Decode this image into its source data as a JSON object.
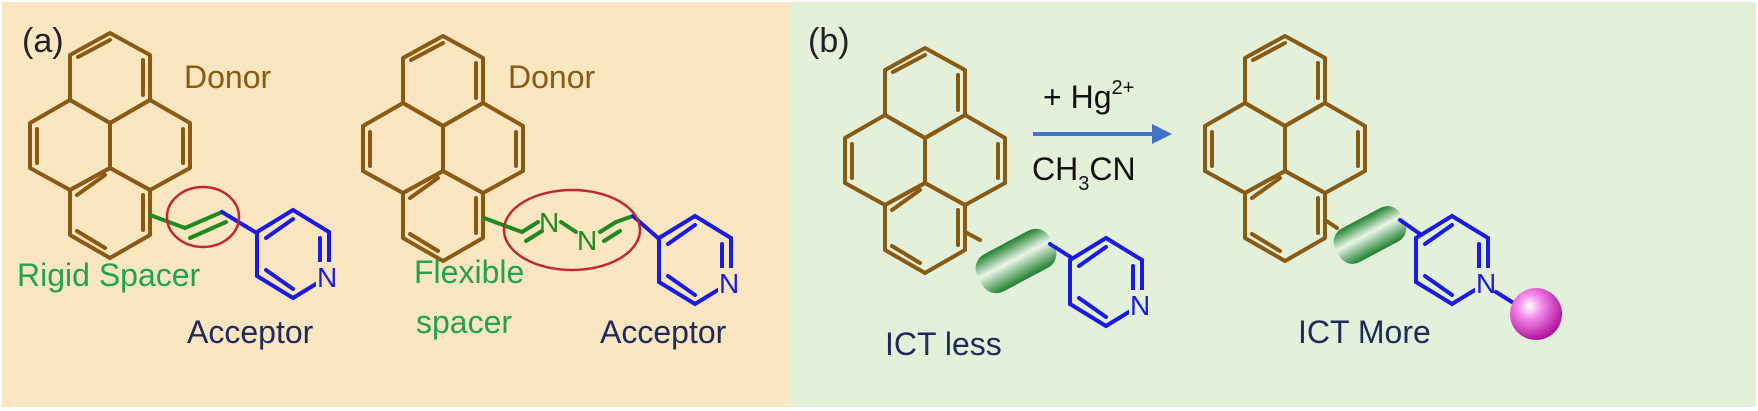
{
  "colors": {
    "panel_a_bg": "#FBE6C2",
    "panel_b_bg": "#E3F0DA",
    "donor": "#8B5A12",
    "spacer": "#22A34A",
    "acceptor": "#1A1AE6",
    "label_dark": "#1F2A5A",
    "ellipse": "#C0282E",
    "arrow": "#4472C4",
    "hg_ion": "#E23FD0"
  },
  "panel_a": {
    "tag": "(a)",
    "left": {
      "donor": "Donor",
      "spacer": "Rigid Spacer",
      "acceptor": "Acceptor",
      "atom_n": "N"
    },
    "right": {
      "donor": "Donor",
      "spacer_line1": "Flexible",
      "spacer_line2": "spacer",
      "acceptor": "Acceptor",
      "atom_n1": "N",
      "atom_n2": "N",
      "atom_n3": "N"
    }
  },
  "panel_b": {
    "tag": "(b)",
    "reagent": "+ Hg",
    "reagent_charge": "2+",
    "solvent_a": "CH",
    "solvent_sub": "3",
    "solvent_b": "CN",
    "left_label": "ICT less",
    "right_label": "ICT More",
    "atom_n_left": "N",
    "atom_n_right": "N"
  }
}
